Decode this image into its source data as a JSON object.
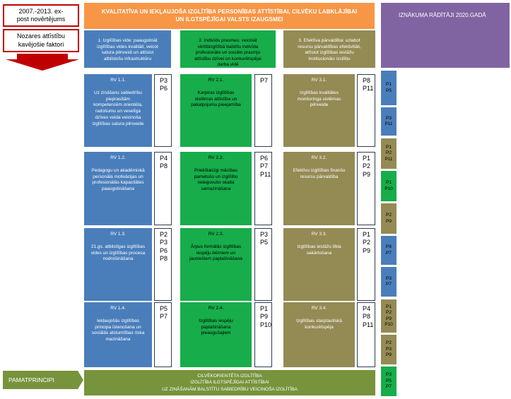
{
  "top_left": {
    "evaluation": "2007.-2013. ex-post novērtējums",
    "factors": "Nozares attīstību kavējošie faktori"
  },
  "header": {
    "title": "KVALITATĪVA UN IEKĻAUJOŠA IZGLĪTĪBA PERSONĪBAS ATTĪSTĪBAI, CILVĒKU LABKLĀJĪBAI UN ILGTSPĒJĪGAI VALSTS IZAUGSMEI"
  },
  "indicators_title": "IZNĀKUMA RĀDĪTĀJI 2020.GADĀ",
  "objectives": [
    "1. Izglītības vide: paaugstināt\nizglītības vides kvalitāti, veicot\nsatura pilnveidi un attīstot\natbilstošu infrastruktūru",
    "2. Indivīdu prasmes: veicināt\nvērtībizglītībā balstītu indivīda\nprofesionālo un sociālo prasmju\nattīstību dzīvei un konkurētspējai\ndarba vidē",
    "3. Efektīva pārvaldība: uzlabot\nresursu pārvaldības efektivitāti,\nattīstot izglītības iestāžu\ninstitucionālo izcilību"
  ],
  "columns": [
    [
      {
        "id": "RV 1.1.",
        "desc": "Uz zināšanu sabiedrību\npieprasītām\nkompetencēm orientēta,\nradošumu un veselīga\ndzīves veida veicinoša\nizglītības satura pilnveide",
        "p": "P3\nP6"
      },
      {
        "id": "RV 1.2.",
        "desc": "Pedagogu un akadēmiskā\npersonāla motivācijas un\nprofesionālās kapacitātes\npaaugstināšana",
        "p": "P4\nP8"
      },
      {
        "id": "RV 1.3.",
        "desc": "21.gs. atbilstīgas izglītības\nvides un izglītības procesa\nnodrošināšana",
        "p": "P2\nP3\nP6\nP8"
      },
      {
        "id": "RV 1.4.",
        "desc": "Iekļaujošās izglītības\nprincipa īstenošana un\nsociālās atstumtības riska\nmazināšana",
        "p": "P5\nP7"
      }
    ],
    [
      {
        "id": "RV 2.1.",
        "desc": "Karjeras izglītības\nsistēmas attīstība un\npakalpojumu pieejamība",
        "p": "P7"
      },
      {
        "id": "RV 2.2.",
        "desc": "Priekšlaicīgi mācības\npametušo un izglītību\nneieguvušo skaita\nsamazināšana",
        "p": "P6\nP7\nP11"
      },
      {
        "id": "RV 2.3.",
        "desc": "Ārpus formālās izglītības\niespēju bērniem un\njauniešiem paplašināšana",
        "p": "P3\nP5"
      },
      {
        "id": "RV 2.4.",
        "desc": "Izglītības iespēju\npaplašināšana\npieaugušajiem",
        "p": "P1\nP9\nP10"
      }
    ],
    [
      {
        "id": "RV 3.1.",
        "desc": "Izglītības kvalitātes\nmonitoringa sistēmas\npilnveide",
        "p": "P8\nP11"
      },
      {
        "id": "RV 3.2.",
        "desc": "Efektīvu izglītības finanšu\nresursu pārvaldība",
        "p": "P1\nP2\nP9"
      },
      {
        "id": "RV 3.3.",
        "desc": "Izglītības iestāžu tīkla\nsakārtošana",
        "p": "P1\nP2\nP9"
      },
      {
        "id": "RV 3.4.",
        "desc": "Izglītības starptautiskā\nkonkurētspēja",
        "p": "P4\nP8\nP11"
      }
    ]
  ],
  "indicators": [
    {
      "text": "P1\nP5",
      "color": "#4a7ebb"
    },
    {
      "text": "P3\nP11",
      "color": "#4a7ebb"
    },
    {
      "text": "P1\nP2\nP11",
      "color": "#948a54"
    },
    {
      "text": "P1\nP10",
      "color": "#17ad4a"
    },
    {
      "text": "P2\nP9",
      "color": "#948a54"
    },
    {
      "text": "P6\nP7",
      "color": "#4a7ebb"
    },
    {
      "text": "P3\nP7",
      "color": "#4a7ebb"
    },
    {
      "text": "P1\nP2\nP9\nP10",
      "color": "#948a54"
    },
    {
      "text": "P2\nP3\nP9",
      "color": "#948a54"
    },
    {
      "text": "P3\nP5\nP7",
      "color": "#17ad4a"
    }
  ],
  "footer": {
    "label": "PAMATPRINCIPI",
    "principles": "CILVĒKORIENTĒTA IZGLĪTĪBA\nIZGLĪTĪBA ILGTSPĒJĪGAI ATTĪSTĪBAI\nUZ ZINĀŠANĀM BALSTĪTU SABIEDRĪBU VEICINOŠA IZGLĪTĪBA"
  },
  "colors": {
    "header_orange": "#f79646",
    "indicators_purple": "#8064a2",
    "arrow_red": "#c00000",
    "blue": "#4a7ebb",
    "green": "#17ad4a",
    "olive": "#948a54",
    "footer_green": "#77933c"
  }
}
